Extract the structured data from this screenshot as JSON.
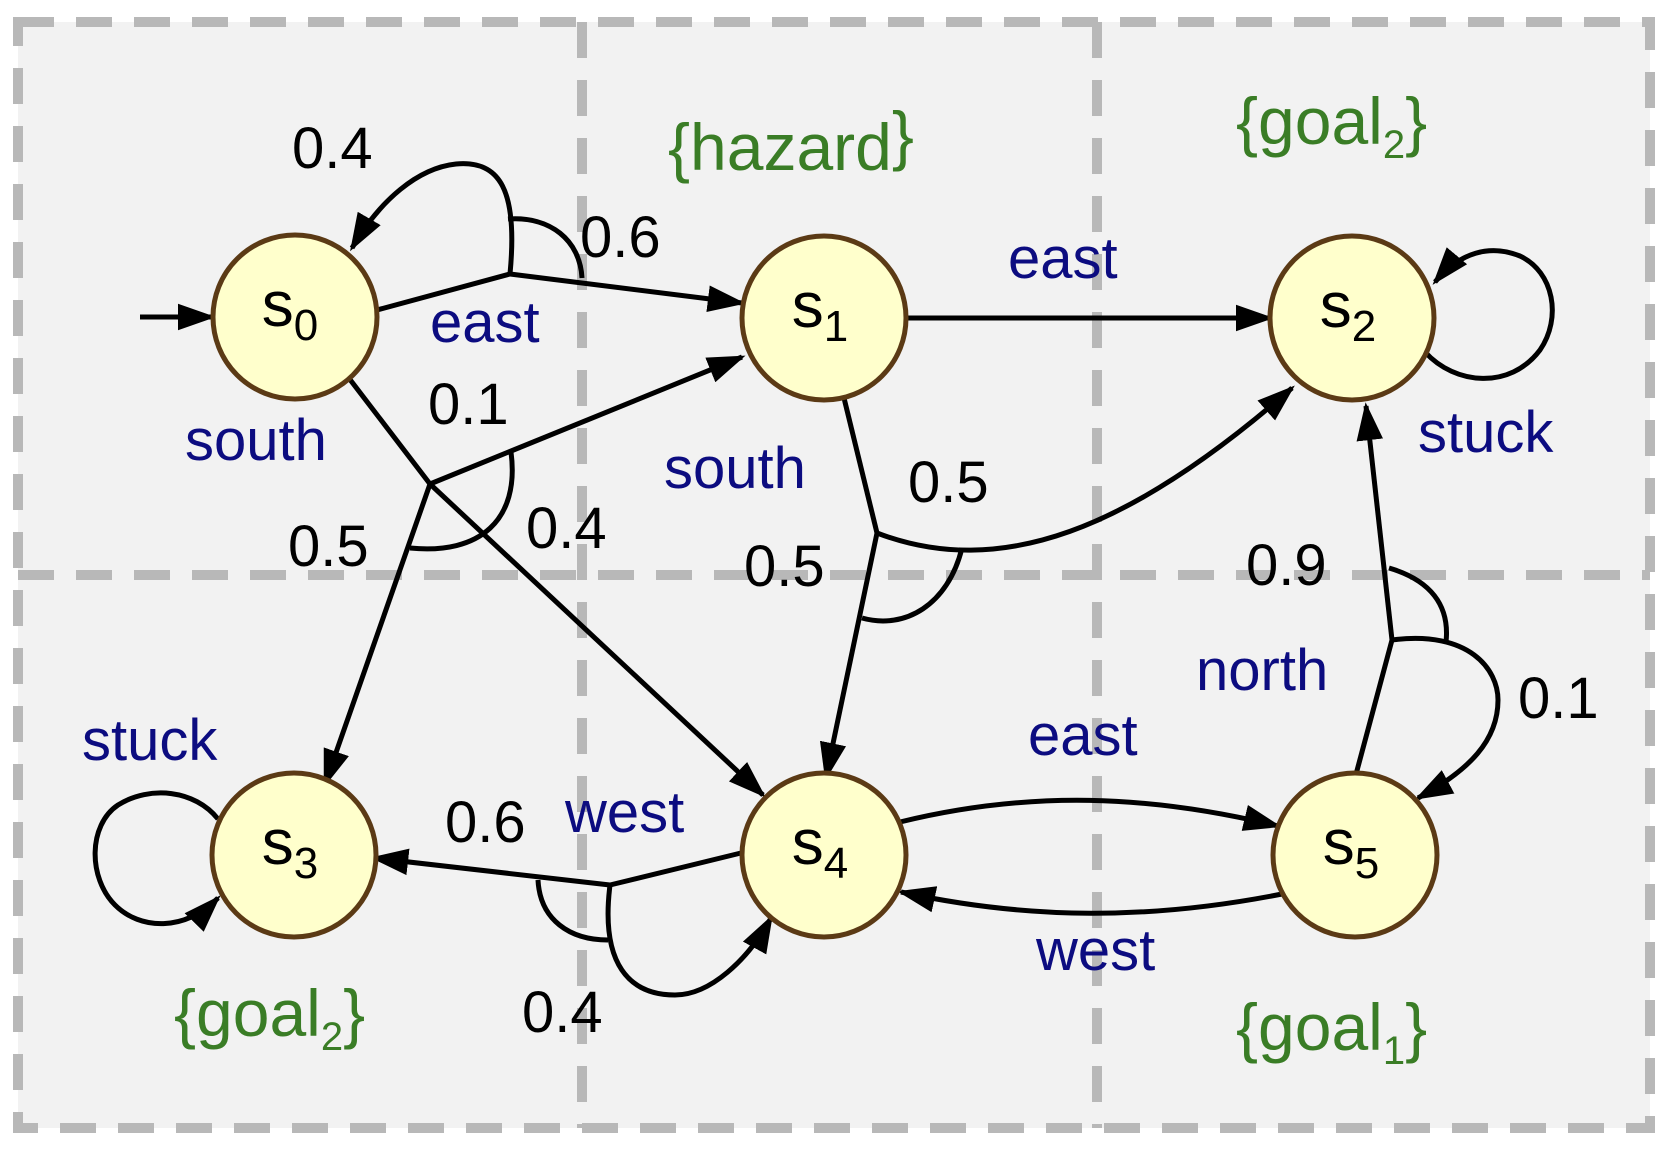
{
  "colors": {
    "background": "#f2f2f2",
    "grid_dash": "#b8b8b8",
    "state_fill": "#ffffcc",
    "state_stroke": "#5b3a15",
    "edge": "#000000",
    "action_text": "#0c0c80",
    "proposition_text": "#3a7d26",
    "probability_text": "#000000"
  },
  "states": [
    {
      "id": "s0",
      "main": "s",
      "sub": "0",
      "initial": true
    },
    {
      "id": "s1",
      "main": "s",
      "sub": "1"
    },
    {
      "id": "s2",
      "main": "s",
      "sub": "2"
    },
    {
      "id": "s3",
      "main": "s",
      "sub": "3"
    },
    {
      "id": "s4",
      "main": "s",
      "sub": "4"
    },
    {
      "id": "s5",
      "main": "s",
      "sub": "5"
    }
  ],
  "labels": {
    "s1": {
      "open": "{",
      "text": "hazard",
      "sub": "",
      "close": "}"
    },
    "s2": {
      "open": "{",
      "text": "goal",
      "sub": "2",
      "close": "}"
    },
    "s3": {
      "open": "{",
      "text": "goal",
      "sub": "2",
      "close": "}"
    },
    "s5": {
      "open": "{",
      "text": "goal",
      "sub": "1",
      "close": "}"
    }
  },
  "actions": {
    "s0_east": "east",
    "s0_south": "south",
    "s1_east": "east",
    "s1_south": "south",
    "s2_stuck": "stuck",
    "s3_stuck": "stuck",
    "s4_west": "west",
    "s4_east": "east",
    "s5_west": "west",
    "s5_north": "north"
  },
  "probabilities": {
    "s0_east_to_s0": "0.4",
    "s0_east_to_s1": "0.6",
    "s0_south_to_s1": "0.1",
    "s0_south_to_s3": "0.5",
    "s0_south_to_s4": "0.4",
    "s1_south_to_s2": "0.5",
    "s1_south_to_s4": "0.5",
    "s4_west_to_s3": "0.6",
    "s4_west_to_s4": "0.4",
    "s5_north_to_s2": "0.9",
    "s5_north_to_s5": "0.1"
  }
}
